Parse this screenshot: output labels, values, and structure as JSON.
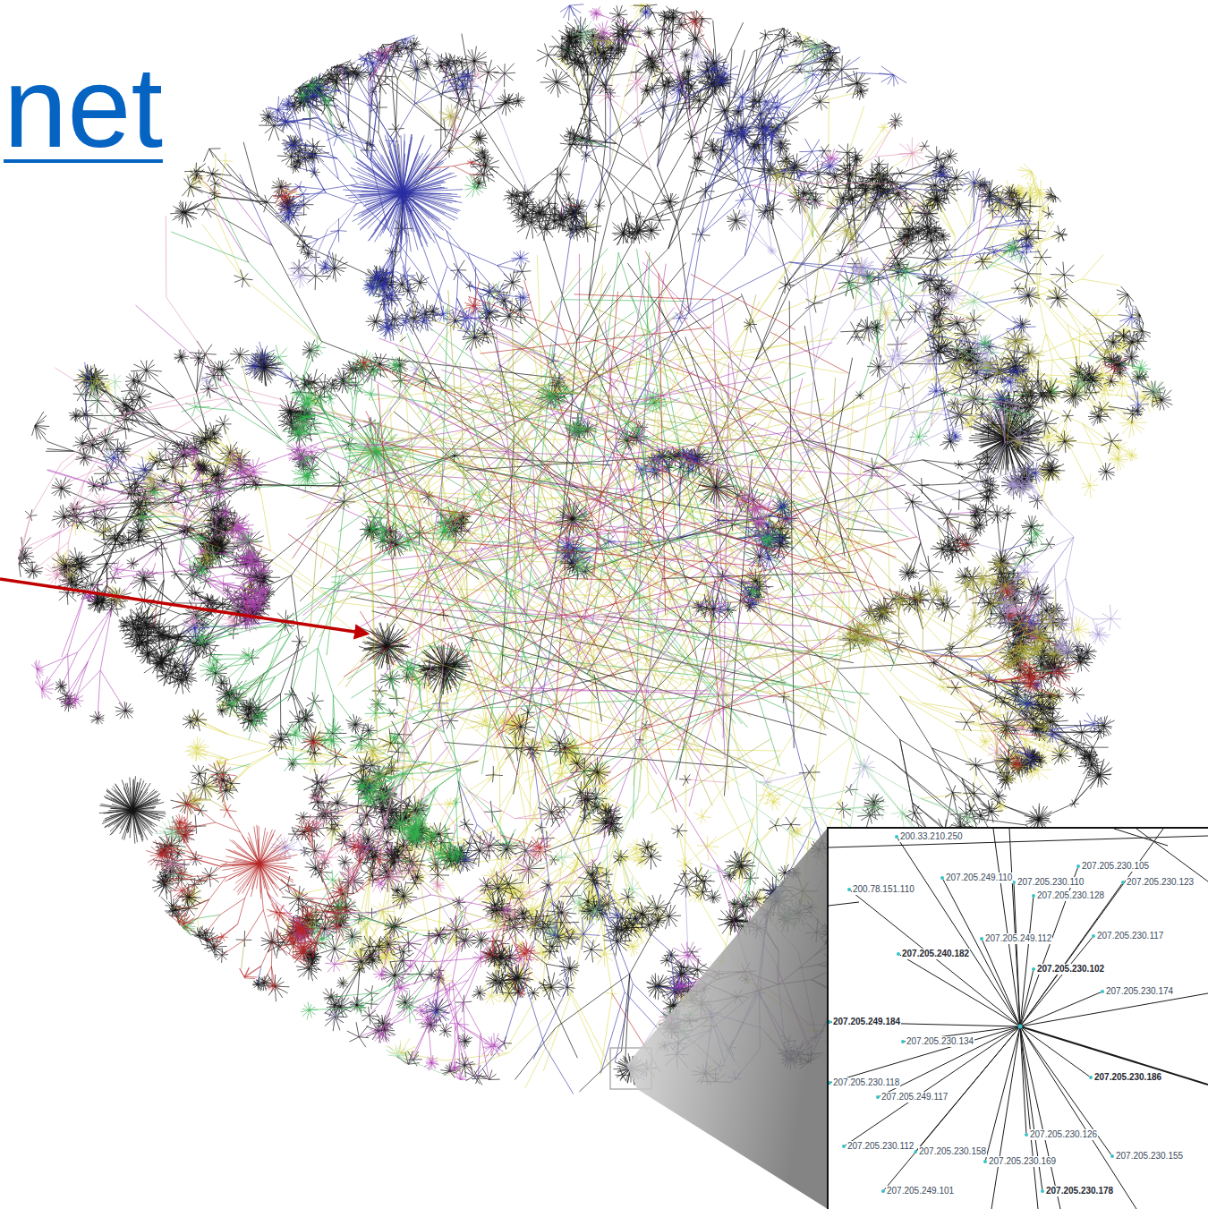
{
  "diagram": {
    "title": "net",
    "labels": [
      "200.33.210.250",
      "200.78.151.110",
      "207.205.249.110",
      "207.205.230.110",
      "207.205.230.105",
      "207.205.230.128",
      "207.205.230.123",
      "207.205.249.112",
      "207.205.230.117",
      "207.205.240.182",
      "207.205.230.102",
      "207.205.230.174",
      "207.205.249.184",
      "207.205.230.134",
      "207.205.230.118",
      "207.205.249.117",
      "207.205.230.186",
      "207.205.230.112",
      "207.205.230.158",
      "207.205.230.126",
      "207.205.230.169",
      "207.205.230.155",
      "207.205.249.101",
      "207.205.230.178"
    ]
  }
}
